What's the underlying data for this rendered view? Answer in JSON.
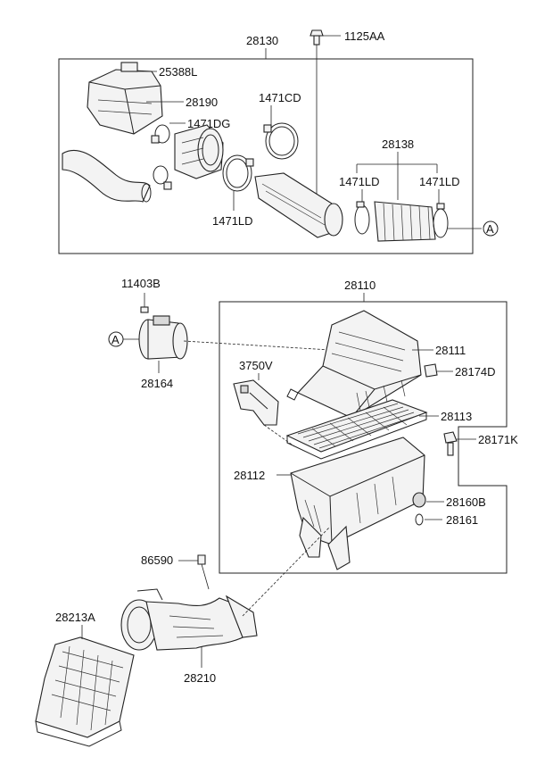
{
  "labels": {
    "p28130": "28130",
    "p1125AA": "1125AA",
    "p25388L": "25388L",
    "p28190": "28190",
    "p1471CD": "1471CD",
    "p1471DG": "1471DG",
    "p28138": "28138",
    "p1471LD_a": "1471LD",
    "p1471LD_b": "1471LD",
    "p1471LD_c": "1471LD",
    "ref_A_top": "A",
    "p11403B": "11403B",
    "p28110": "28110",
    "ref_A_mid": "A",
    "p28111": "28111",
    "p28164": "28164",
    "p3750V": "3750V",
    "p28174D": "28174D",
    "p28113": "28113",
    "p28171K": "28171K",
    "p28112": "28112",
    "p28160B": "28160B",
    "p28161": "28161",
    "p86590": "86590",
    "p28213A": "28213A",
    "p28210": "28210"
  },
  "colors": {
    "line": "#222222",
    "background": "#ffffff",
    "part_fill": "#f3f3f3"
  }
}
